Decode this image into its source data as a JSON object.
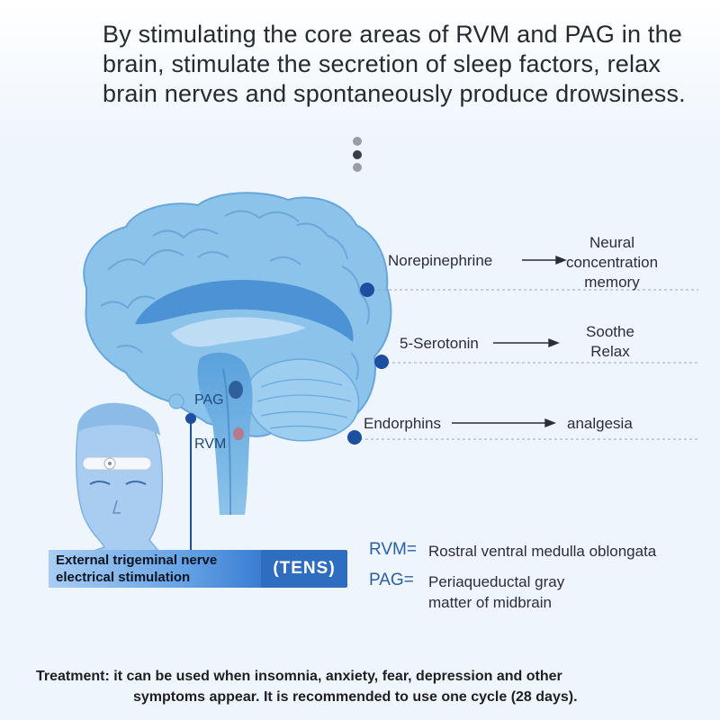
{
  "headline": "By stimulating the core areas of RVM and PAG in the brain, stimulate the secretion of sleep factors, relax brain nerves and spontaneously produce drowsiness.",
  "brain_labels": {
    "pag": "PAG",
    "rvm": "RVM"
  },
  "pathways": [
    {
      "substance": "Norepinephrine",
      "effect": [
        "Neural",
        "concentration",
        "memory"
      ]
    },
    {
      "substance": "5-Serotonin",
      "effect": [
        "Soothe",
        "Relax"
      ]
    },
    {
      "substance": "Endorphins",
      "effect": [
        "analgesia"
      ]
    }
  ],
  "tens": {
    "label_line1": "External trigeminal nerve",
    "label_line2": "electrical stimulation",
    "abbr": "(TENS)"
  },
  "abbreviations": [
    {
      "key": "RVM=",
      "value": [
        "Rostral ventral medulla oblongata"
      ]
    },
    {
      "key": "PAG=",
      "value": [
        "Periaqueductal gray",
        "matter of midbrain"
      ]
    }
  ],
  "treatment": {
    "line1": "Treatment: it can be used when insomnia, anxiety, fear, depression and other",
    "line2": "symptoms appear. It is recommended to use one cycle (28 days)."
  },
  "colors": {
    "brain": "#8cc3ea",
    "brain_dark": "#4a93d3",
    "node": "#1c4fa0",
    "pag_marker": "#2f5f9e",
    "rvm_marker": "#b77a88"
  },
  "icons": [
    "arrow-right-icon",
    "dot-indicator-icon",
    "head-silhouette-icon",
    "tens-device-icon"
  ]
}
